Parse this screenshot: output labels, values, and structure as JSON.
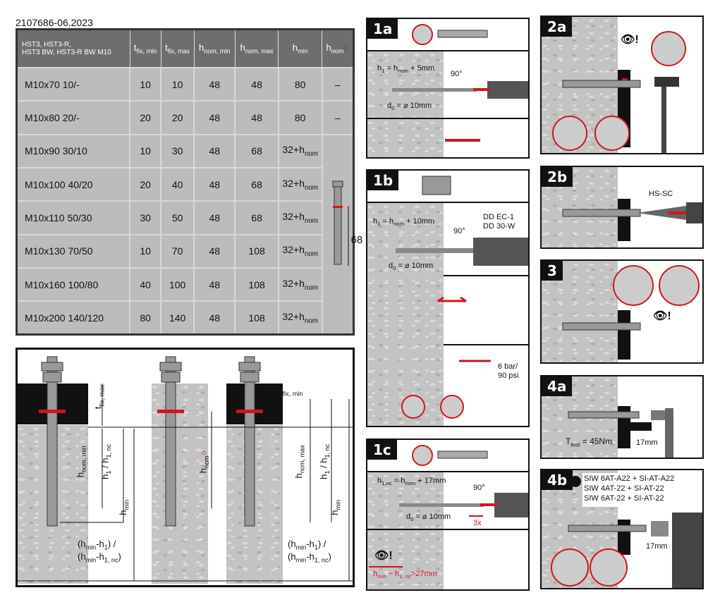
{
  "doc_id": "2107686-06.2023",
  "table": {
    "headers": [
      "HST3, HST3-R,",
      "HST3 BW, HST3-R BW M10"
    ],
    "columns": [
      {
        "main": "t",
        "sub": "fix, min"
      },
      {
        "main": "t",
        "sub": "fix, max"
      },
      {
        "main": "h",
        "sub": "nom, min"
      },
      {
        "main": "h",
        "sub": "nom, max"
      },
      {
        "main": "h",
        "sub": "min"
      },
      {
        "main": "h",
        "sub": "nom"
      }
    ],
    "rows": [
      [
        "M10x70 10/-",
        "10",
        "10",
        "48",
        "48",
        "80",
        "–"
      ],
      [
        "M10x80 20/-",
        "20",
        "20",
        "48",
        "48",
        "80",
        "–"
      ],
      [
        "M10x90 30/10",
        "10",
        "30",
        "48",
        "68",
        "32+h",
        "nom"
      ],
      [
        "M10x100 40/20",
        "20",
        "40",
        "48",
        "68",
        "32+h",
        "nom"
      ],
      [
        "M10x110 50/30",
        "30",
        "50",
        "48",
        "68",
        "32+h",
        "nom"
      ],
      [
        "M10x130 70/50",
        "10",
        "70",
        "48",
        "108",
        "32+h",
        "nom"
      ],
      [
        "M10x160 100/80",
        "40",
        "100",
        "48",
        "108",
        "32+h",
        "nom"
      ],
      [
        "M10x200 140/120",
        "80",
        "140",
        "48",
        "108",
        "32+h",
        "nom"
      ]
    ],
    "figure_dim": "68"
  },
  "diagram": {
    "tfix_max": "t",
    "tfix_max_sub": "fix, max",
    "hnom_min": "h",
    "hnom_min_sub": "nom, min",
    "h1": "h",
    "h1_sub": "1",
    "h1_sep": " / h",
    "h1nc_sub": "1, nc",
    "hmin": "h",
    "hmin_sub": "min",
    "rem1": "(h",
    "rem1_sub": "min",
    "rem1_b": "-h",
    "rem1_sub2": "1",
    "rem1_c": ") /",
    "rem2": "(h",
    "rem2_sub": "min",
    "rem2_b": "-h",
    "rem2_sub2": "1, nc",
    "rem2_c": ")",
    "hnom": "h",
    "hnom_sub": "nom",
    "tfix_min": "t",
    "tfix_min_sub": "fix, min",
    "hnom_max": "h",
    "hnom_max_sub": "nom, max"
  },
  "steps": {
    "s1a": {
      "badge": "1a",
      "h1": "h",
      "h1_sub": "1",
      "h1_rest": " = h",
      "h1_sub2": "nom",
      "h1_end": " + 5mm",
      "angle": "90°",
      "d0": "d",
      "d0_sub": "0",
      "d0_end": " = ⌀ 10mm"
    },
    "s1b": {
      "badge": "1b",
      "h1": "h",
      "h1_sub": "1",
      "h1_rest": " = h",
      "h1_sub2": "nom",
      "h1_end": " + 10mm",
      "angle": "90°",
      "d0": "d",
      "d0_sub": "0",
      "d0_end": " = ⌀ 10mm",
      "tool1": "DD EC-1",
      "tool2": "DD 30-W",
      "pressure1": "6 bar/",
      "pressure2": "90 psi"
    },
    "s1c": {
      "badge": "1c",
      "h1": "h",
      "h1_sub": "1,nc",
      "h1_rest": " = h",
      "h1_sub2": "nom",
      "h1_end": " + 17mm",
      "angle": "90°",
      "d0": "d",
      "d0_sub": "0",
      "d0_end": " = ⌀ 10mm",
      "repeat": "3x",
      "edge": "h",
      "edge_sub": "min",
      "edge_b": " − h",
      "edge_sub2": "1, nc",
      "edge_end": ">27mm"
    },
    "s2a": {
      "badge": "2a",
      "inspect": "!"
    },
    "s2b": {
      "badge": "2b",
      "tool": "HS-SC"
    },
    "s3": {
      "badge": "3",
      "inspect": "!"
    },
    "s4a": {
      "badge": "4a",
      "torque": "T",
      "torque_sub": "inst",
      "torque_end": " = 45Nm",
      "wrench": "17mm"
    },
    "s4b": {
      "badge": "4b",
      "tools": [
        "SIW 6AT-A22 + SI-AT-A22",
        "SIW 4AT-22 + SI-AT-22",
        "SIW 6AT-22 + SI-AT-22"
      ],
      "wrench": "17mm"
    }
  },
  "colors": {
    "accent": "#d0161c",
    "table_header": "#6e6e6e",
    "table_cell": "#bcbcbc",
    "concrete": "#c3c3c3"
  }
}
